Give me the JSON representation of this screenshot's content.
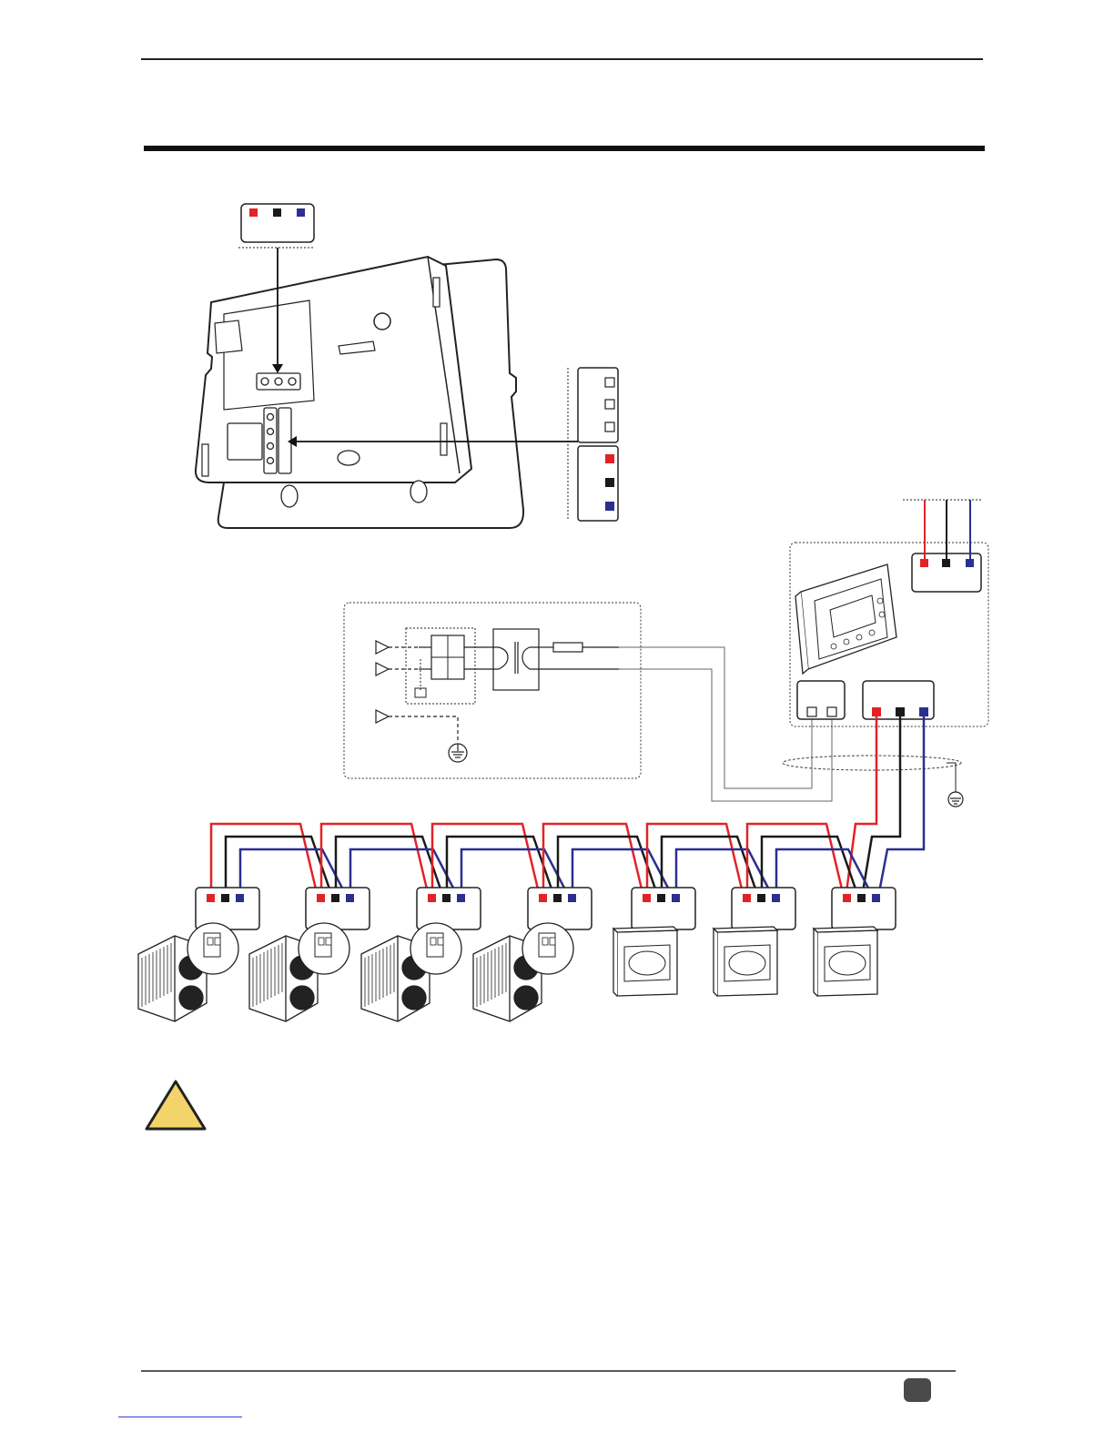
{
  "page": {
    "page_number": "",
    "footer_link_text": ""
  },
  "colors": {
    "red": "#e32226",
    "black": "#1a1a1a",
    "blue": "#2b2f8f",
    "warning_fill": "#f2d46b",
    "line": "#222222",
    "badge": "#4a4a4a"
  },
  "diagram": {
    "bus_wire_colors": [
      "red",
      "black",
      "blue"
    ],
    "legend_squares": [
      "red",
      "black",
      "blue"
    ],
    "side_block_upper": [
      "empty",
      "empty",
      "empty"
    ],
    "side_block_lower": [
      "red",
      "black",
      "blue"
    ],
    "outdoor_units": [
      "heat-pump",
      "heat-pump",
      "heat-pump",
      "heat-pump"
    ],
    "indoor_controllers": [
      "module",
      "module",
      "module"
    ],
    "icons": [
      "warning-icon",
      "ground-icon",
      "transformer-icon",
      "fuse-icon",
      "circuit-breaker-icon",
      "controller-display-icon"
    ]
  }
}
